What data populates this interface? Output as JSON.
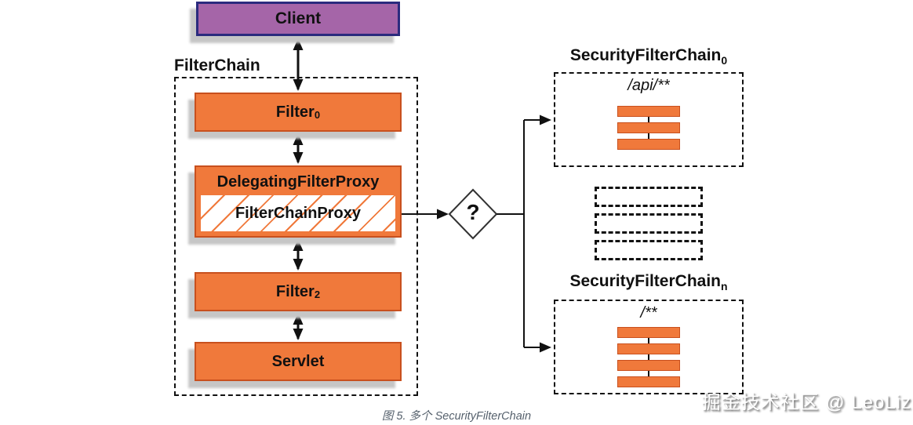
{
  "colors": {
    "orange": "#F0793B",
    "orange_border": "#C8501E",
    "purple": "#A565A8",
    "purple_border": "#2B2B7E",
    "caption_text": "#56616D",
    "line": "#111111"
  },
  "client": {
    "label": "Client"
  },
  "filterchain": {
    "label": "FilterChain",
    "filter0": {
      "label": "Filter",
      "sub": "0"
    },
    "delegating_filter_proxy": {
      "label": "DelegatingFilterProxy",
      "inner_label": "FilterChainProxy"
    },
    "filter2": {
      "label": "Filter",
      "sub": "2"
    },
    "servlet": {
      "label": "Servlet"
    }
  },
  "decision": {
    "label": "?"
  },
  "chain0": {
    "title": "SecurityFilterChain",
    "sub": "0",
    "pattern": "/api/**",
    "filter_bar_count": 3
  },
  "chain_n": {
    "title": "SecurityFilterChain",
    "sub": "n",
    "pattern": "/**",
    "filter_bar_count": 4
  },
  "placeholders": {
    "count": 3
  },
  "caption": {
    "text": "图 5. 多个 SecurityFilterChain"
  },
  "watermark": {
    "text": "掘金技术社区 @ LeoLiz"
  }
}
